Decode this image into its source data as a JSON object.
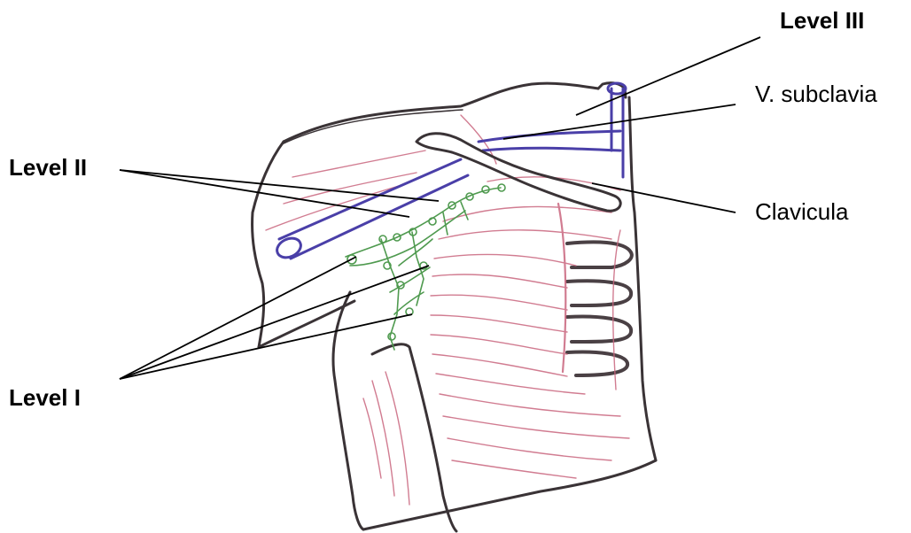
{
  "labels": {
    "level_iii": "Level III",
    "v_subclavia": "V. subclavia",
    "level_ii": "Level II",
    "clavicula": "Clavicula",
    "level_i": "Level I"
  },
  "colors": {
    "outline": "#3a3336",
    "vein": "#4a3fa8",
    "muscle": "#c9667e",
    "lymph": "#4f9a4f",
    "leader": "#000000",
    "text": "#000000"
  }
}
